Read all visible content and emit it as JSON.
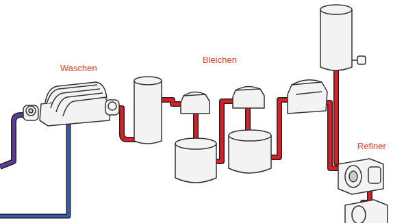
{
  "diagram": {
    "labels": [
      "Waschen",
      "Bleichen",
      "Refiner"
    ]
  }
}
